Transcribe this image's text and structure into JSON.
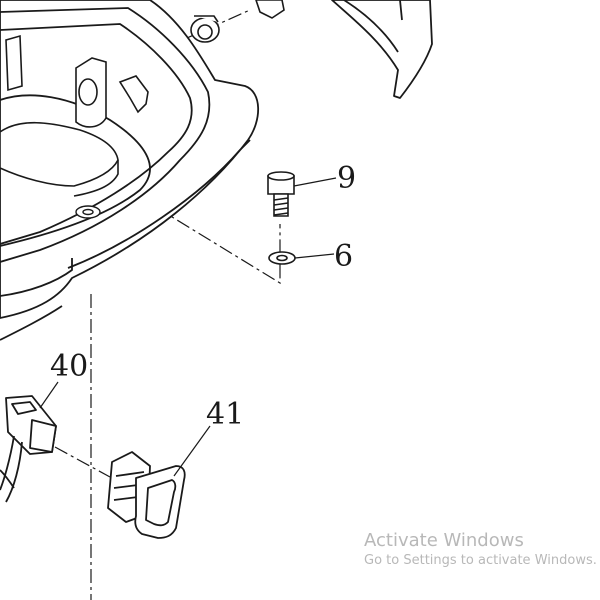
{
  "callouts": {
    "bolt": "9",
    "washer": "6",
    "connector": "40",
    "grommet": "41"
  },
  "watermark": {
    "title": "Activate Windows",
    "subtitle": "Go to Settings to activate Windows."
  },
  "colors": {
    "line": "#1a1a1a",
    "watermark": "#b8b8b8"
  }
}
